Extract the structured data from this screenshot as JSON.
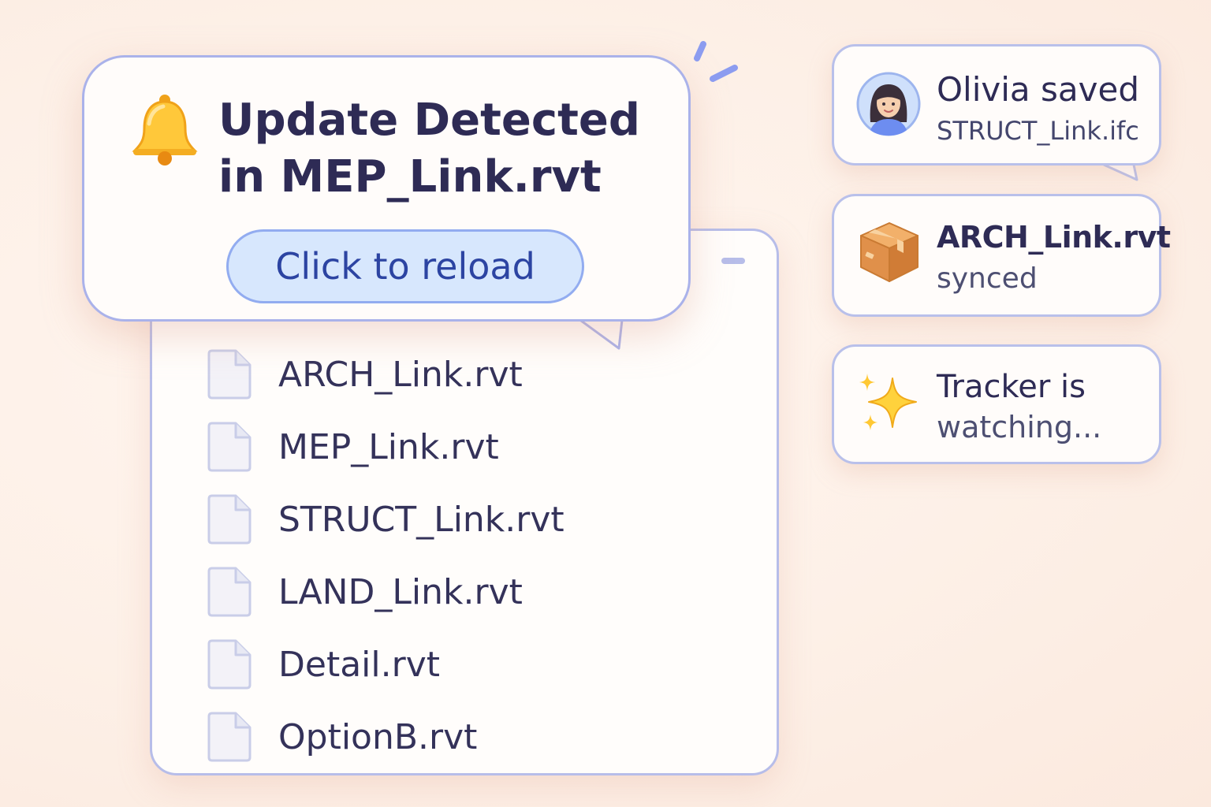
{
  "notification": {
    "title": "Update Detected in MEP_Link.rvt",
    "button_label": "Click to reload",
    "icon": "bell-icon"
  },
  "file_list": {
    "items": [
      {
        "name": "ARCH_Link.rvt",
        "icon": "file-icon"
      },
      {
        "name": "MEP_Link.rvt",
        "icon": "file-icon"
      },
      {
        "name": "STRUCT_Link.rvt",
        "icon": "file-icon"
      },
      {
        "name": "LAND_Link.rvt",
        "icon": "file-icon"
      },
      {
        "name": "Detail.rvt",
        "icon": "file-icon"
      },
      {
        "name": "OptionB.rvt",
        "icon": "file-icon"
      }
    ]
  },
  "activity": {
    "cards": [
      {
        "line1": "Olivia saved",
        "line2": "STRUCT_Link.ifc",
        "icon": "user-avatar-icon"
      },
      {
        "line1": "ARCH_Link.rvt",
        "line2": "synced",
        "icon": "package-icon"
      },
      {
        "line1": "Tracker is",
        "line2": "watching...",
        "icon": "sparkles-icon"
      }
    ]
  },
  "colors": {
    "background": "#fdf1e9",
    "accent_border": "#aab2ea",
    "button_fill": "#d7e7fd",
    "button_text": "#2c44a2",
    "text_primary": "#2e2b55"
  }
}
